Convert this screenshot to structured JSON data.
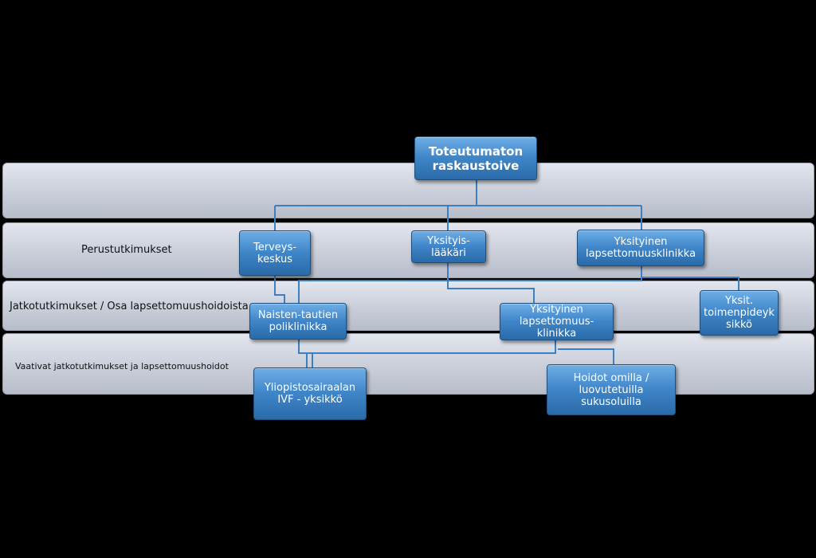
{
  "bands": [
    {
      "id": "top",
      "label": ""
    },
    {
      "id": "perus",
      "label": "Perustutkimukset"
    },
    {
      "id": "jatko",
      "label": "Jatkotutkimukset  / Osa lapsettomuushoidoista"
    },
    {
      "id": "vaativat",
      "label": "Vaativat jatkotutkimukset ja lapsettomuushoidot"
    }
  ],
  "nodes": {
    "root": "Toteutumaton\nraskaustoive",
    "terveyskeskus": "Terveys-\nkeskus",
    "yksityislaakari": "Yksityis-\nlääkäri",
    "yksityinen_klinikka_top": "Yksityinen\nlapsettomuusklinikka",
    "naistentautien": "Naisten-tautien\npoliklinikka",
    "yksityinen_klinikka_mid": "Yksityinen\nlapsettomuus-\nklinikka",
    "toimenpide": "Yksit.\ntoimenpideyk\nsikkö",
    "ivf": "Yliopistosairaalan\nIVF - yksikkö",
    "hoidot": "Hoidot omilla /\nluovutetuilla\nsukusoluilla"
  },
  "colors": {
    "node_fill": "#3f86c9",
    "connector": "#3d7fc0",
    "band": "#c9ced9",
    "background": "#000000"
  }
}
